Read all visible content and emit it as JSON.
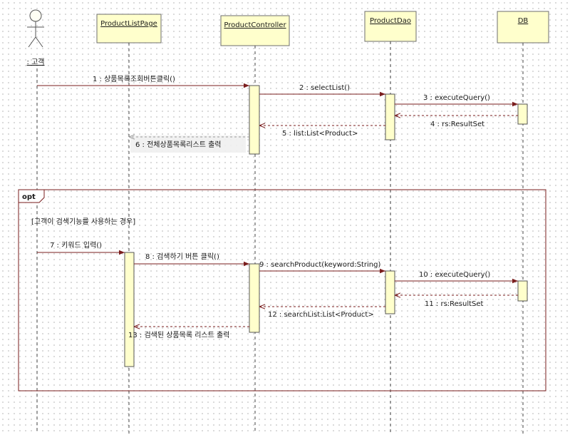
{
  "actor": {
    "label": ": 고객"
  },
  "participants": [
    {
      "label": "ProductListPage"
    },
    {
      "label": "ProductController"
    },
    {
      "label": "ProductDao"
    },
    {
      "label": "DB"
    }
  ],
  "fragment": {
    "operator": "opt",
    "guard": "[고객이 검색기능를 사용하는 경우]"
  },
  "messages": [
    "1 : 상품목록조회버튼클릭()",
    "2 : selectList()",
    "3 : executeQuery()",
    "4 : rs:ResultSet",
    "5 : list:List<Product>",
    "6 : 전체상품목록리스트 출력",
    "7 : 키워드 입력()",
    "8 : 검색하기 버튼 클릭()",
    "9 : searchProduct(keyword:String)",
    "10 : executeQuery()",
    "11 : rs:ResultSet",
    "12 : searchList:List<Product>",
    "13 : 검색된 상품목록 리스트 출력"
  ]
}
